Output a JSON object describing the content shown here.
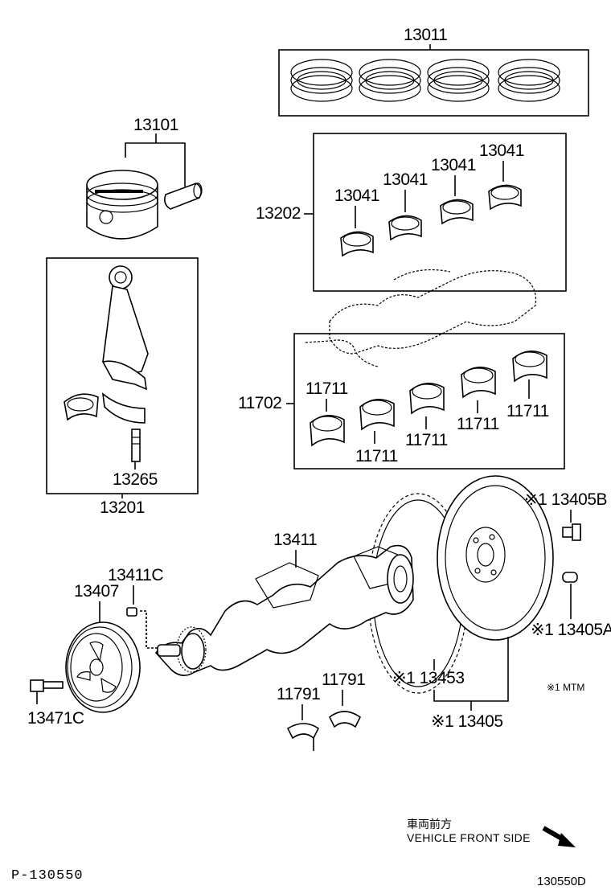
{
  "labels": {
    "p13011": "13011",
    "p13101": "13101",
    "p13202": "13202",
    "p13041_a": "13041",
    "p13041_b": "13041",
    "p13041_c": "13041",
    "p13041_d": "13041",
    "p13201": "13201",
    "p13265": "13265",
    "p11702": "11702",
    "p11711_a": "11711",
    "p11711_b": "11711",
    "p11711_c": "11711",
    "p11711_d": "11711",
    "p11711_e": "11711",
    "p13411": "13411",
    "p13411c": "13411C",
    "p13407": "13407",
    "p13471c": "13471C",
    "p13405b": "※1 13405B",
    "p13405a": "※1 13405A",
    "p13453": "※1 13453",
    "p13405": "※1 13405",
    "p11791_a": "11791",
    "p11791_b": "11791"
  },
  "note": "※1 MTM",
  "front_label_jp": "車両前方",
  "front_label_en": "VEHICLE FRONT SIDE",
  "code_left": "P-130550",
  "code_right": "130550D"
}
